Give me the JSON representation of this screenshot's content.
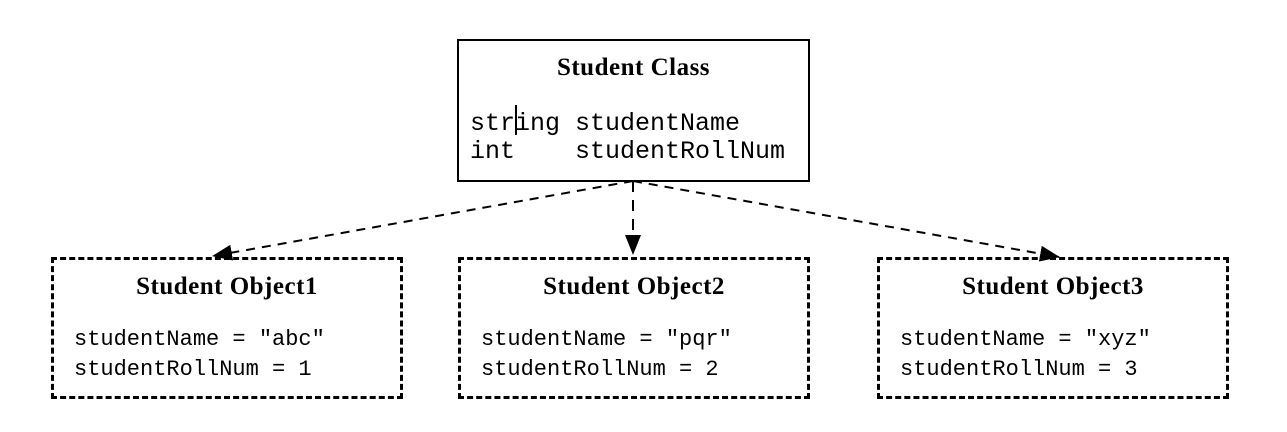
{
  "diagram": {
    "class_box": {
      "title": "Student Class",
      "field_line1_before_caret": "str",
      "field_line1_after_caret": "ing studentName",
      "field_line2": "int    studentRollNum"
    },
    "objects": [
      {
        "title": "Student Object1",
        "line1": "studentName = \"abc\"",
        "line2": "studentRollNum = 1"
      },
      {
        "title": "Student Object2",
        "line1": "studentName = \"pqr\"",
        "line2": "studentRollNum = 2"
      },
      {
        "title": "Student Object3",
        "line1": "studentName = \"xyz\"",
        "line2": "studentRollNum = 3"
      }
    ],
    "colors": {
      "ink": "#000000",
      "background": "#ffffff"
    }
  }
}
